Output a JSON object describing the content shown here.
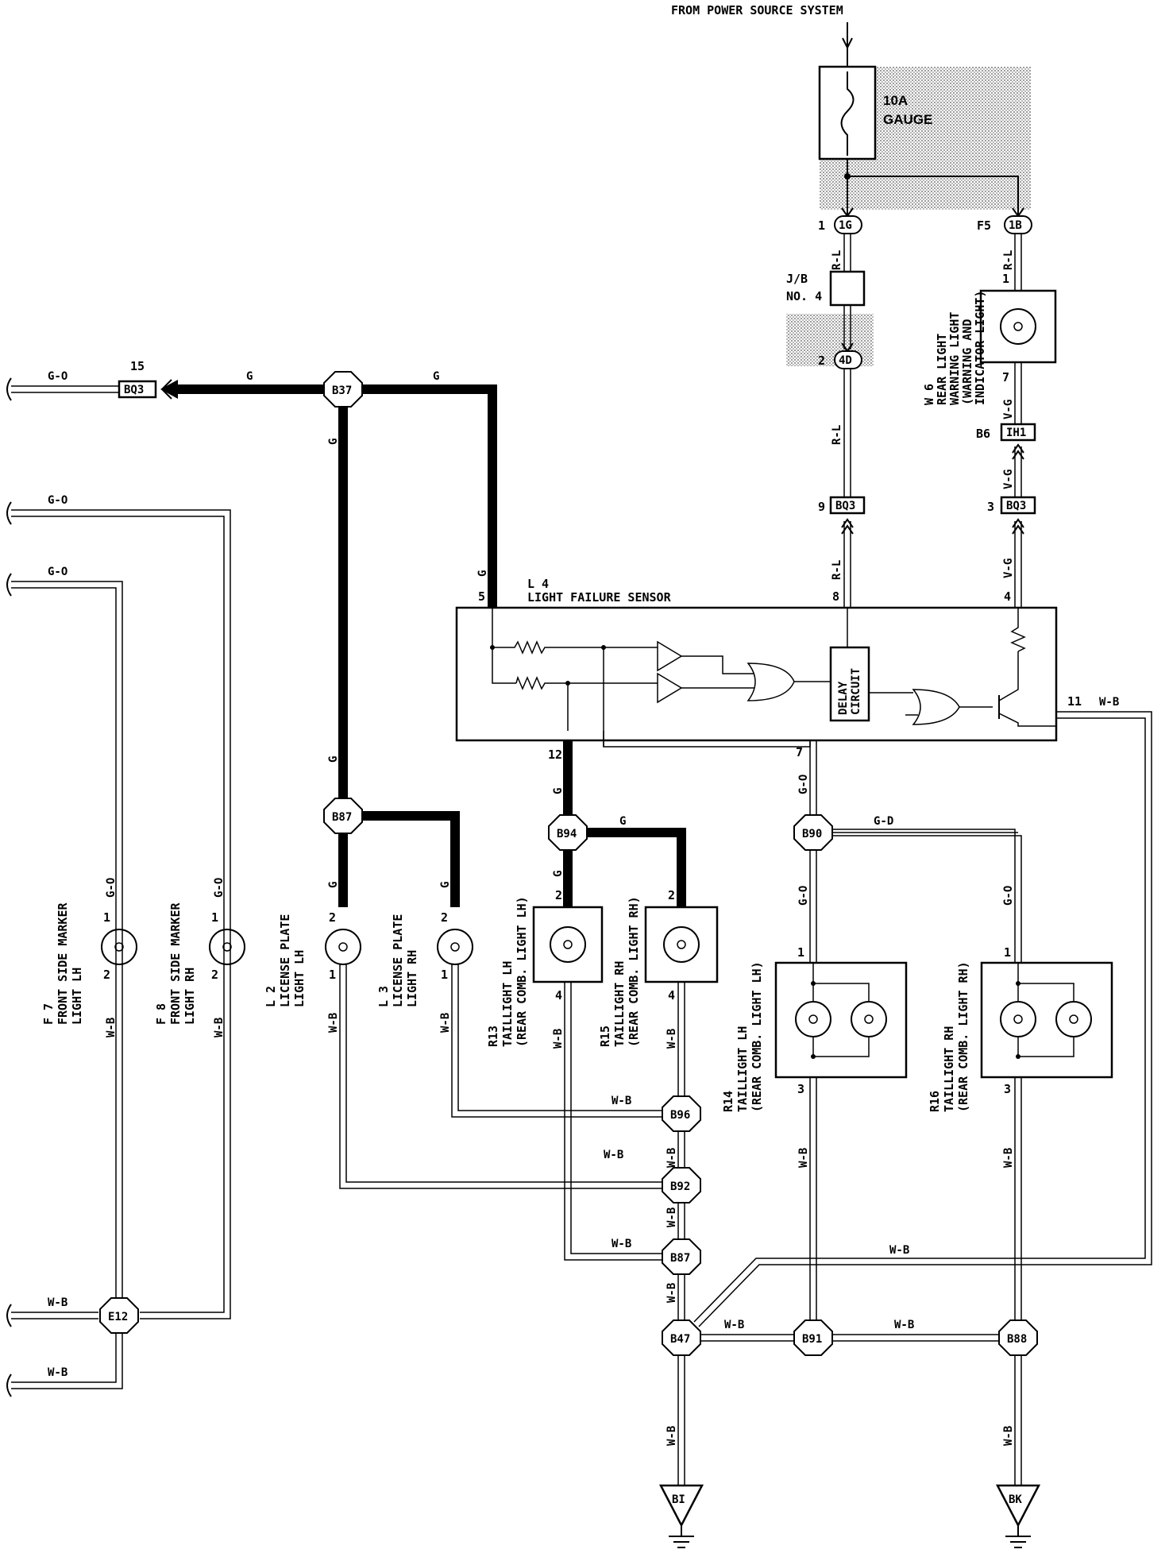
{
  "power": {
    "source": "FROM POWER SOURCE SYSTEM",
    "fuse_rating": "10A",
    "fuse_name": "GAUGE"
  },
  "junction": {
    "jb_label": "J/B",
    "jb_num": "NO. 4",
    "conn_1g": "1G",
    "conn_1b": "1B",
    "conn_4d": "4D",
    "pin_1": "1",
    "pin_f5": "F5",
    "pin_2": "2"
  },
  "sensor": {
    "id": "L 4",
    "name": "LIGHT FAILURE SENSOR",
    "delay1": "DELAY",
    "delay2": "CIRCUIT",
    "pin5": "5",
    "pin8": "8",
    "pin4": "4",
    "pin12": "12",
    "pin7": "7",
    "pin11": "11"
  },
  "warning_light": {
    "id": "W 6",
    "l1": "REAR LIGHT",
    "l2": "WARNING LIGHT",
    "l3": "(WARNING AND",
    "l4": "INDICATOR LIGHT)",
    "pin1": "1",
    "pin7": "7"
  },
  "connectors": {
    "bq3_left": "BQ3",
    "bq3_left_pin": "15",
    "bq3_mid": "BQ3",
    "bq3_mid_pin": "9",
    "bq3_right": "BQ3",
    "bq3_right_pin": "3",
    "ih1": "IH1",
    "ih1_pin": "B6"
  },
  "nodes": {
    "b37": "B37",
    "b87a": "B87",
    "b94": "B94",
    "b90": "B90",
    "b96": "B96",
    "b92": "B92",
    "b87b": "B87",
    "b47": "B47",
    "b91": "B91",
    "b88": "B88",
    "e12": "E12"
  },
  "grounds": {
    "bi": "BI",
    "bk": "BK"
  },
  "wires": {
    "g": "G",
    "go": "G-O",
    "gd": "G-D",
    "wb": "W-B",
    "rl": "R-L",
    "vg": "V-G"
  },
  "components": {
    "f7": {
      "id": "F 7",
      "l1": "FRONT SIDE MARKER",
      "l2": "LIGHT LH",
      "p1": "1",
      "p2": "2"
    },
    "f8": {
      "id": "F 8",
      "l1": "FRONT SIDE MARKER",
      "l2": "LIGHT RH",
      "p1": "1",
      "p2": "2"
    },
    "l2": {
      "id": "L 2",
      "l1": "LICENSE PLATE",
      "l2": "LIGHT LH",
      "p1": "2",
      "p2": "1"
    },
    "l3": {
      "id": "L 3",
      "l1": "LICENSE PLATE",
      "l2": "LIGHT RH",
      "p1": "2",
      "p2": "1"
    },
    "r13": {
      "id": "R13",
      "l1": "TAILLIGHT LH",
      "l2": "(REAR COMB. LIGHT LH)",
      "p1": "2",
      "p2": "4"
    },
    "r15": {
      "id": "R15",
      "l1": "TAILLIGHT RH",
      "l2": "(REAR COMB. LIGHT RH)",
      "p1": "2",
      "p2": "4"
    },
    "r14": {
      "id": "R14",
      "l1": "TAILLIGHT LH",
      "l2": "(REAR COMB. LIGHT LH)",
      "p1": "1",
      "p2": "3"
    },
    "r16": {
      "id": "R16",
      "l1": "TAILLIGHT RH",
      "l2": "(REAR COMB. LIGHT RH)",
      "p1": "1",
      "p2": "3"
    }
  }
}
